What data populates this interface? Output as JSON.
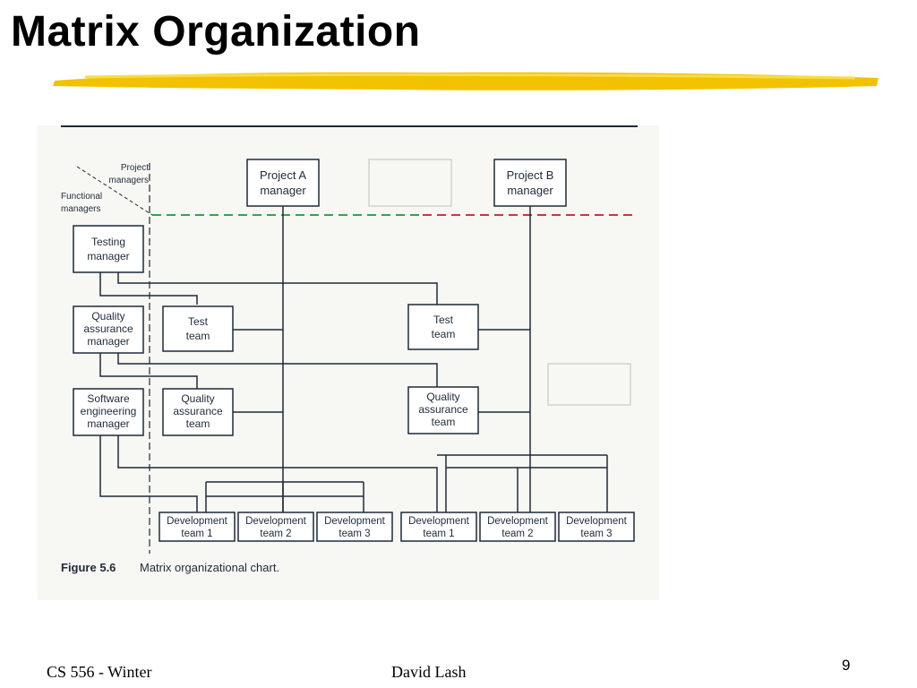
{
  "slide": {
    "title": "Matrix Organization",
    "footer_left": "CS 556 - Winter",
    "footer_center": "David Lash",
    "page_number": "9"
  },
  "colors": {
    "title": "#000000",
    "underline": "#f2c200",
    "green_dashes": "#3aa04a",
    "red_dashes": "#c23b3b",
    "box_border": "#1f2a3a",
    "line": "#1f2a3a"
  },
  "diagram": {
    "axis_label_top": [
      "Project",
      "managers"
    ],
    "axis_label_bottom": [
      "Functional",
      "managers"
    ],
    "project_managers": [
      {
        "lines": [
          "Project A",
          "manager"
        ]
      },
      {
        "lines": [
          "Project B",
          "manager"
        ]
      }
    ],
    "functional_managers": [
      {
        "lines": [
          "Testing",
          "manager"
        ]
      },
      {
        "lines": [
          "Quality",
          "assurance",
          "manager"
        ]
      },
      {
        "lines": [
          "Software",
          "engineering",
          "manager"
        ]
      }
    ],
    "teams": [
      {
        "lines": [
          "Test",
          "team"
        ]
      },
      {
        "lines": [
          "Test",
          "team"
        ]
      },
      {
        "lines": [
          "Quality",
          "assurance",
          "team"
        ]
      },
      {
        "lines": [
          "Quality",
          "assurance",
          "team"
        ]
      }
    ],
    "dev_teams": [
      {
        "lines": [
          "Development",
          "team 1"
        ]
      },
      {
        "lines": [
          "Development",
          "team 2"
        ]
      },
      {
        "lines": [
          "Development",
          "team 3"
        ]
      },
      {
        "lines": [
          "Development",
          "team 1"
        ]
      },
      {
        "lines": [
          "Development",
          "team 2"
        ]
      },
      {
        "lines": [
          "Development",
          "team 3"
        ]
      }
    ],
    "caption_label": "Figure 5.6",
    "caption_text": "Matrix organizational chart."
  }
}
